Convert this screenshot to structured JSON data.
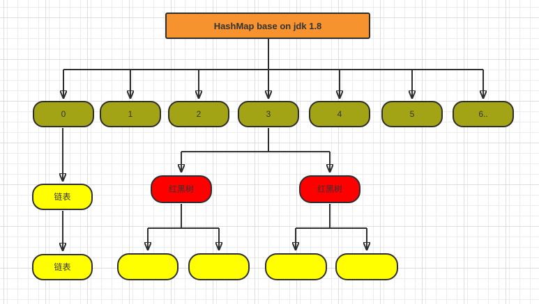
{
  "title": {
    "label": "HashMap base on jdk 1.8"
  },
  "buckets": [
    {
      "label": "0"
    },
    {
      "label": "1"
    },
    {
      "label": "2"
    },
    {
      "label": "3"
    },
    {
      "label": "4"
    },
    {
      "label": "5"
    },
    {
      "label": "6.."
    }
  ],
  "chains": [
    {
      "label": "链表"
    },
    {
      "label": "链表"
    }
  ],
  "rbtrees": [
    {
      "label": "红黑树"
    },
    {
      "label": "红黑树"
    }
  ],
  "leaves": [
    {
      "label": ""
    },
    {
      "label": ""
    },
    {
      "label": ""
    },
    {
      "label": ""
    }
  ],
  "colors": {
    "orange": "#F6932E",
    "olive": "#A2A315",
    "yellow": "#FFFF00",
    "red": "#FF0000",
    "stroke": "#2D2D2D",
    "text": "#333333",
    "grid-minor": "#ECECEC",
    "grid-major": "#DDDDDD",
    "canvas": "#FFFFFF"
  }
}
